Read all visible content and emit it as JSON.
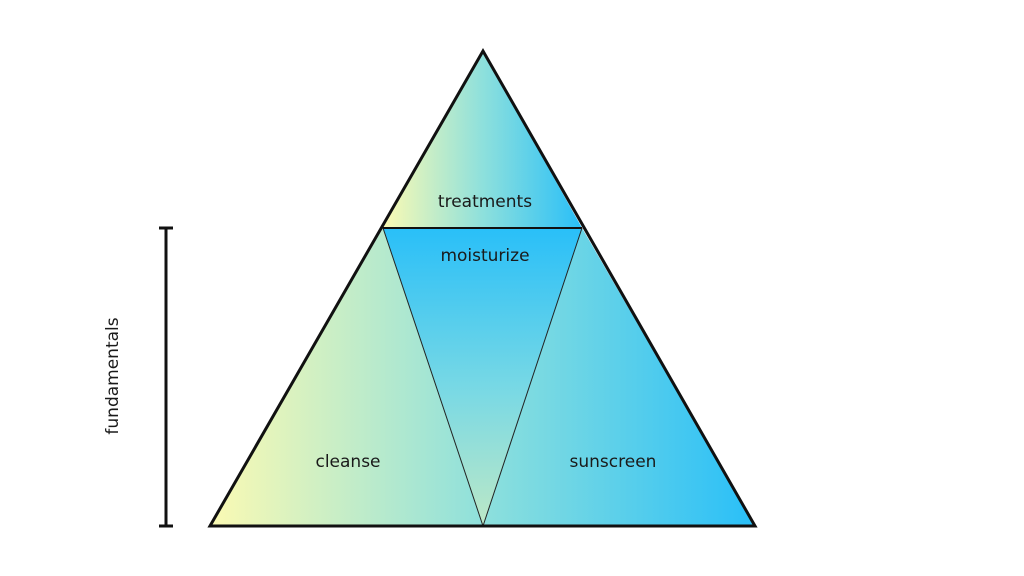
{
  "pyramid": {
    "top_label": "treatments",
    "center_label": "moisturize",
    "left_label": "cleanse",
    "right_label": "sunscreen"
  },
  "bracket": {
    "label": "fundamentals"
  },
  "colors": {
    "gradient_start": "#fbfab3",
    "gradient_mid": "#8ee0dc",
    "gradient_end": "#29bff8",
    "outline": "#111111",
    "text": "#1a1a1a"
  }
}
